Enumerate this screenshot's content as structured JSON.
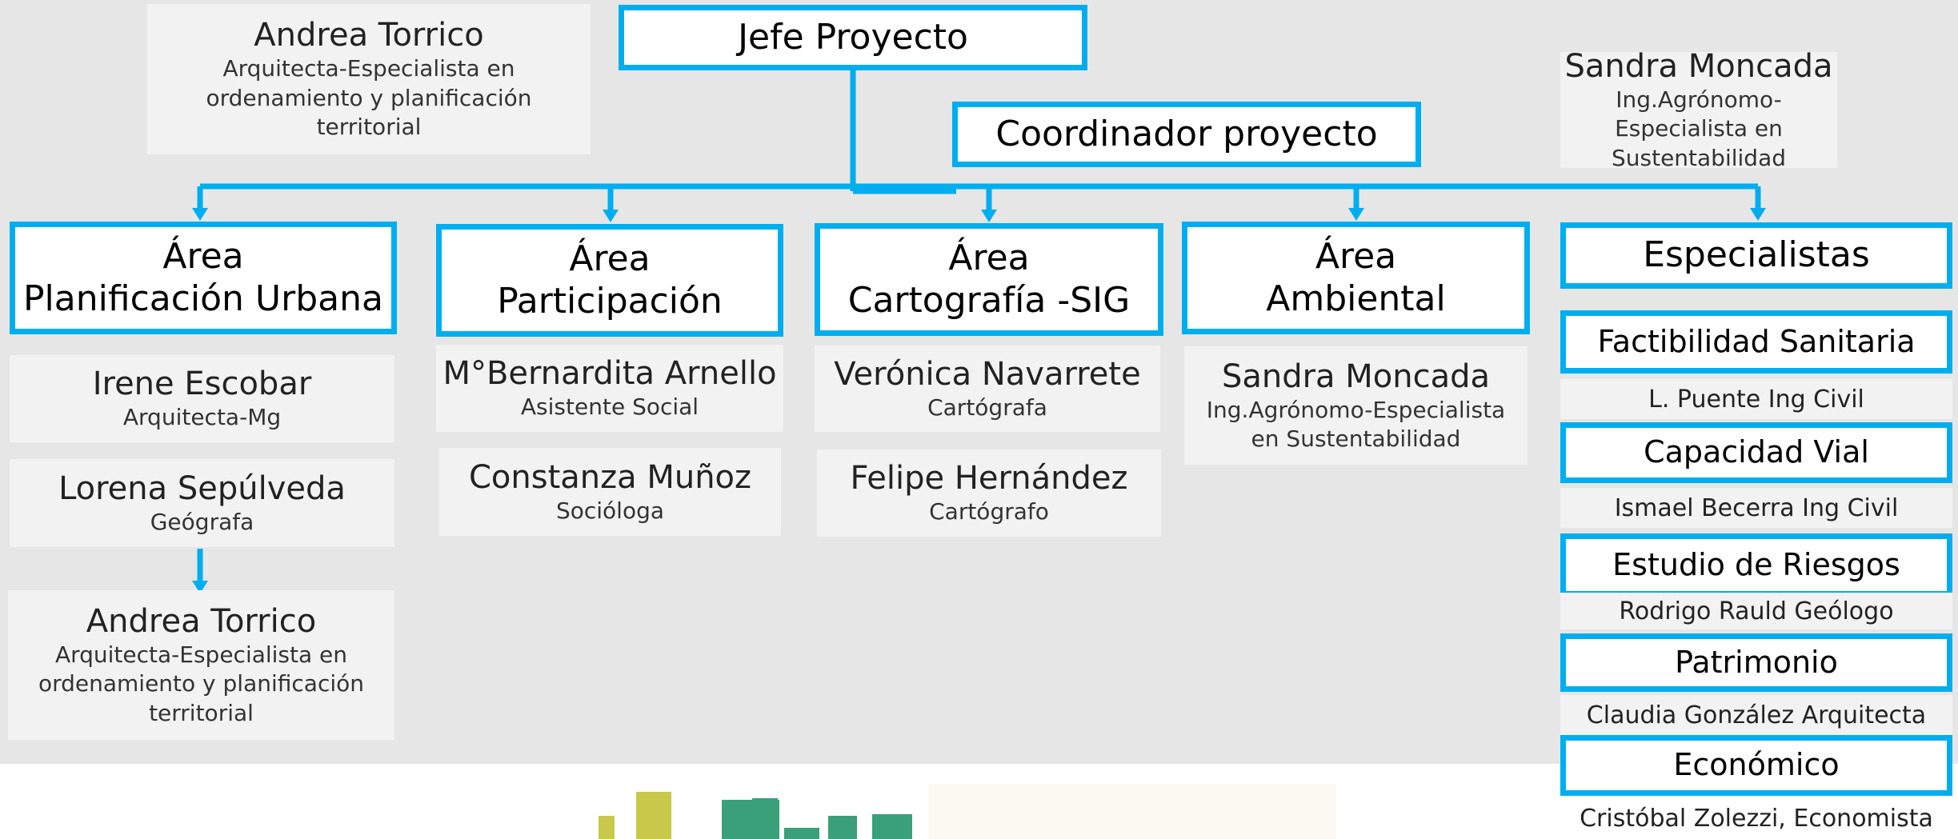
{
  "top": {
    "jefe": "Jefe Proyecto",
    "coordinador": "Coordinador proyecto"
  },
  "advisors": {
    "left": {
      "name": "Andrea Torrico",
      "role": "Arquitecta-Especialista en ordenamiento y planificación territorial"
    },
    "right": {
      "name": "Sandra Moncada",
      "role": "Ing.Agrónomo-Especialista en Sustentabilidad"
    }
  },
  "areas": {
    "urbana": {
      "title_line1": "Área",
      "title_line2": "Planificación Urbana",
      "members": [
        {
          "name": "Irene Escobar",
          "role": "Arquitecta-Mg"
        },
        {
          "name": "Lorena Sepúlveda",
          "role": "Geógrafa"
        },
        {
          "name": "Andrea Torrico",
          "role": "Arquitecta-Especialista en ordenamiento y planificación territorial"
        }
      ]
    },
    "participacion": {
      "title_line1": "Área",
      "title_line2": "Participación",
      "members": [
        {
          "name": "M°Bernardita Arnello",
          "role": "Asistente Social"
        },
        {
          "name": "Constanza Muñoz",
          "role": "Socióloga"
        }
      ]
    },
    "cartografia": {
      "title_line1": "Área",
      "title_line2": "Cartografía -SIG",
      "members": [
        {
          "name": "Verónica Navarrete",
          "role": "Cartógrafa"
        },
        {
          "name": "Felipe Hernández",
          "role": "Cartógrafo"
        }
      ]
    },
    "ambiental": {
      "title_line1": "Área",
      "title_line2": "Ambiental",
      "members": [
        {
          "name": "Sandra Moncada",
          "role": "Ing.Agrónomo-Especialista en Sustentabilidad"
        }
      ]
    }
  },
  "especialistas": {
    "title": "Especialistas",
    "items": [
      {
        "label": "Factibilidad Sanitaria",
        "person": "L. Puente Ing Civil"
      },
      {
        "label": "Capacidad Vial",
        "person": "Ismael Becerra Ing Civil"
      },
      {
        "label": "Estudio de Riesgos",
        "person": "Rodrigo Rauld Geólogo"
      },
      {
        "label": "Patrimonio",
        "person": "Claudia González Arquitecta"
      },
      {
        "label": "Económico",
        "person": "Cristóbal Zolezzi, Economista"
      }
    ]
  },
  "colors": {
    "accent": "#00aeef",
    "logo_olive": "#c8c84a",
    "logo_green": "#3aa07a"
  }
}
